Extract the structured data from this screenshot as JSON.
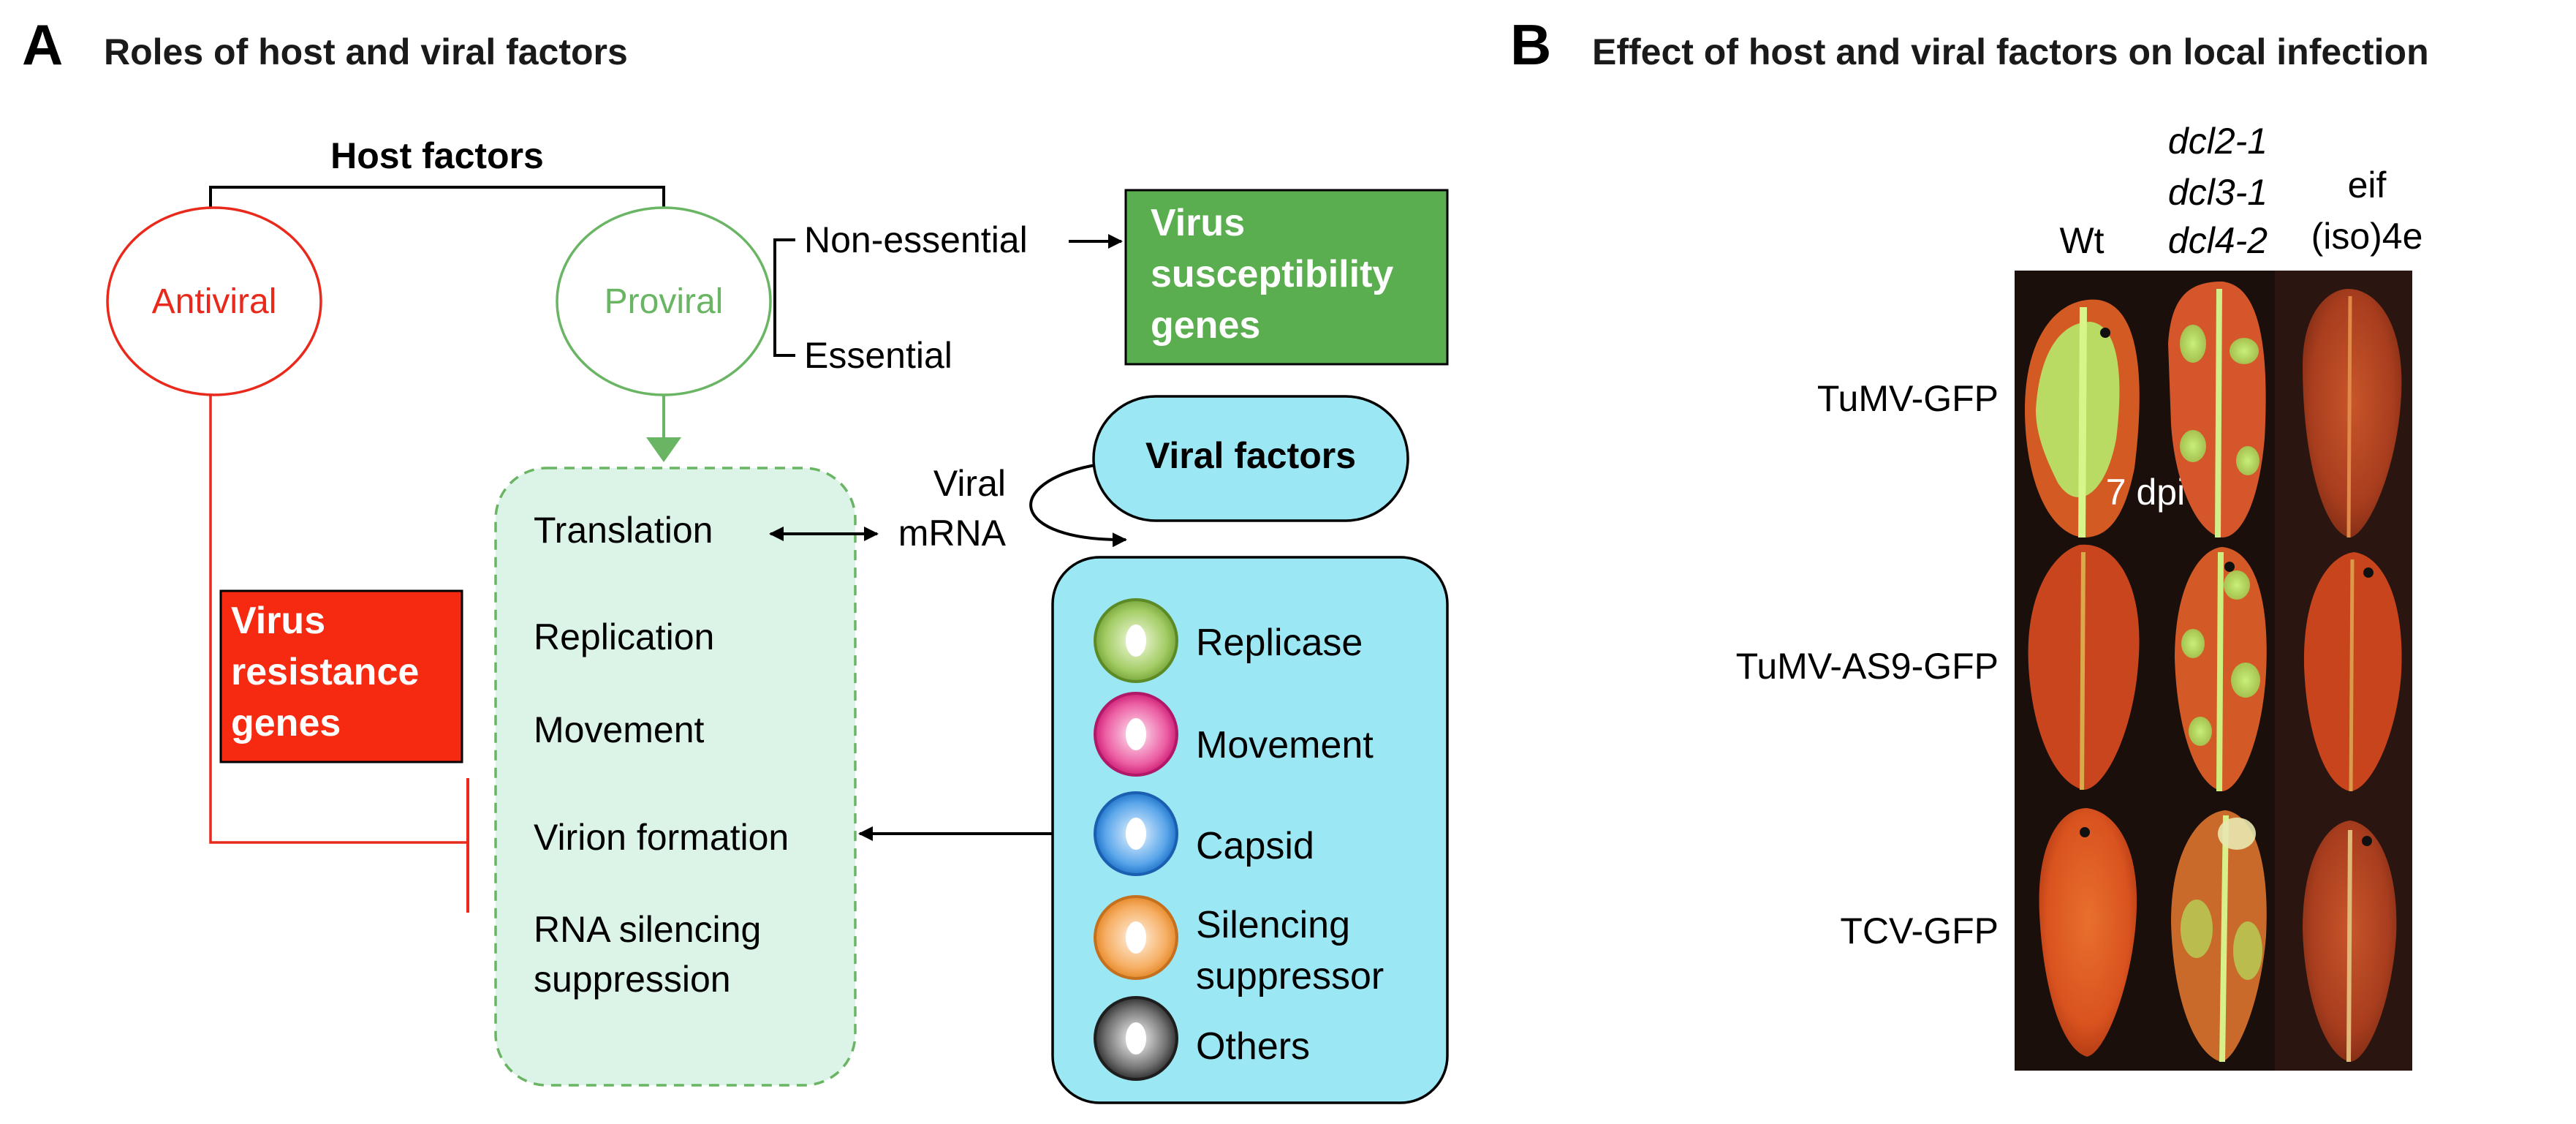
{
  "panel_a": {
    "letter": "A",
    "title": "Roles of host and viral factors",
    "host_factors": "Host factors",
    "antiviral": "Antiviral",
    "proviral": "Proviral",
    "non_essential": "Non-essential",
    "essential": "Essential",
    "susceptibility_box": [
      "Virus",
      "susceptibility",
      "genes"
    ],
    "resistance_box": [
      "Virus",
      "resistance",
      "genes"
    ],
    "processes": [
      "Translation",
      "Replication",
      "Movement",
      "Virion formation",
      "RNA silencing",
      "suppression"
    ],
    "viral_mrna": [
      "Viral",
      "mRNA"
    ],
    "viral_factors": "Viral factors",
    "factor_items": [
      "Replicase",
      "Movement",
      "Capsid",
      "Silencing",
      "suppressor",
      "Others"
    ],
    "colors": {
      "antiviral_red": "#e8291c",
      "proviral_green": "#6ab563",
      "susceptibility_green": "#5aae4f",
      "resistance_red": "#f52a10",
      "process_fill": "#dcf3e7",
      "viral_cyan": "#9be7f3",
      "replicase": "#8fbc4a",
      "movement": "#e7358c",
      "capsid": "#3b8fe0",
      "silencing": "#f3a04a",
      "others": "#4a4a4a"
    }
  },
  "panel_b": {
    "letter": "B",
    "title": "Effect of host and viral factors on local infection",
    "columns": [
      "Wt",
      "dcl2-1",
      "dcl3-1",
      "dcl4-2",
      "eif",
      "(iso)4e"
    ],
    "rows": [
      "TuMV-GFP",
      "TuMV-AS9-GFP",
      "TCV-GFP"
    ],
    "dpi_label": "7 dpi"
  }
}
